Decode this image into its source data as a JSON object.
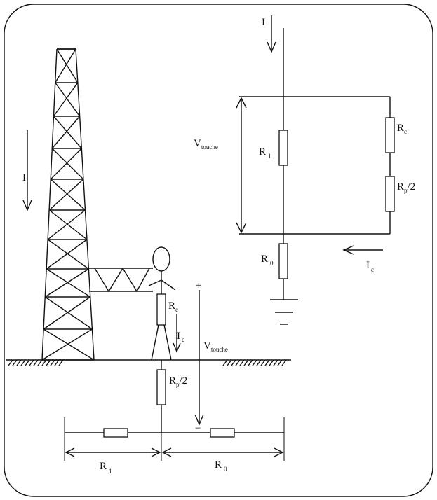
{
  "labels": {
    "current_top": "I",
    "current_tower": "I",
    "v_touche_main": "V",
    "v_touche_main_sub": "touche",
    "v_touche_ground": "V",
    "v_touche_ground_sub": "touche",
    "r1_circuit": "R",
    "r1_circuit_sub": "1",
    "rc_circuit": "R",
    "rc_circuit_sub": "c",
    "rp2_circuit": "R",
    "rp2_circuit_sub": "p",
    "rp2_circuit_tail": "/2",
    "r0_circuit": "R",
    "r0_circuit_sub": "0",
    "ic_circuit": "I",
    "ic_circuit_sub": "c",
    "rc_person": "R",
    "rc_person_sub": "c",
    "ic_person": "I",
    "ic_person_sub": "c",
    "rp2_person": "R",
    "rp2_person_sub": "p",
    "rp2_person_tail": "/2",
    "r1_ground": "R",
    "r1_ground_sub": "1",
    "r0_ground": "R",
    "r0_ground_sub": "0",
    "plus_sign": "+",
    "minus_sign": "−"
  }
}
